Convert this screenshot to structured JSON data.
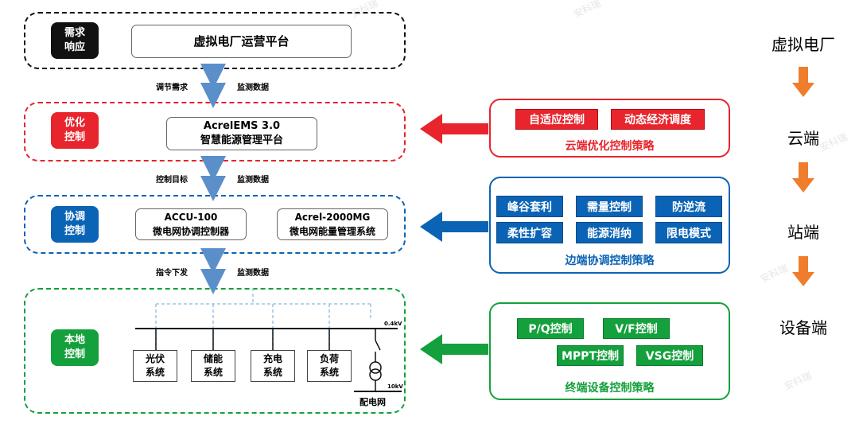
{
  "colors": {
    "red": "#e8242c",
    "blue": "#0b63b5",
    "green": "#14a03c",
    "black": "#111111",
    "orange": "#ef7d2c",
    "arrow_link": "#5b8fc9"
  },
  "layers": [
    {
      "tag": "需求\n响应",
      "platform": "虚拟电厂运营平台"
    },
    {
      "tag": "优化\n控制",
      "platform": "AcrelEMS 3.0\n智慧能源管理平台"
    },
    {
      "tag": "协调\n控制",
      "platform_a": "ACCU-100\n微电网协调控制器",
      "platform_b": "Acrel-2000MG\n微电网能量管理系统"
    },
    {
      "tag": "本地\n控制"
    }
  ],
  "links": [
    {
      "left": "调节需求",
      "right": "监测数据"
    },
    {
      "left": "控制目标",
      "right": "监测数据"
    },
    {
      "left": "指令下发",
      "right": "监测数据"
    }
  ],
  "systems": [
    "光伏\n系统",
    "储能\n系统",
    "充电\n系统",
    "负荷\n系统"
  ],
  "grid": {
    "label": "配电网",
    "v_low": "0.4kV",
    "v_high": "10kV"
  },
  "strategies": {
    "cloud": {
      "items": [
        "自适应控制",
        "动态经济调度"
      ],
      "title": "云端优化控制策略"
    },
    "edge": {
      "items": [
        "峰谷套利",
        "需量控制",
        "防逆流",
        "柔性扩容",
        "能源消纳",
        "限电模式"
      ],
      "title": "边端协调控制策略"
    },
    "terminal": {
      "items": [
        "P/Q控制",
        "V/F控制",
        "MPPT控制",
        "VSG控制"
      ],
      "title": "终端设备控制策略"
    }
  },
  "side_labels": [
    "虚拟电厂",
    "云端",
    "站端",
    "设备端"
  ],
  "watermark": "安科瑞"
}
